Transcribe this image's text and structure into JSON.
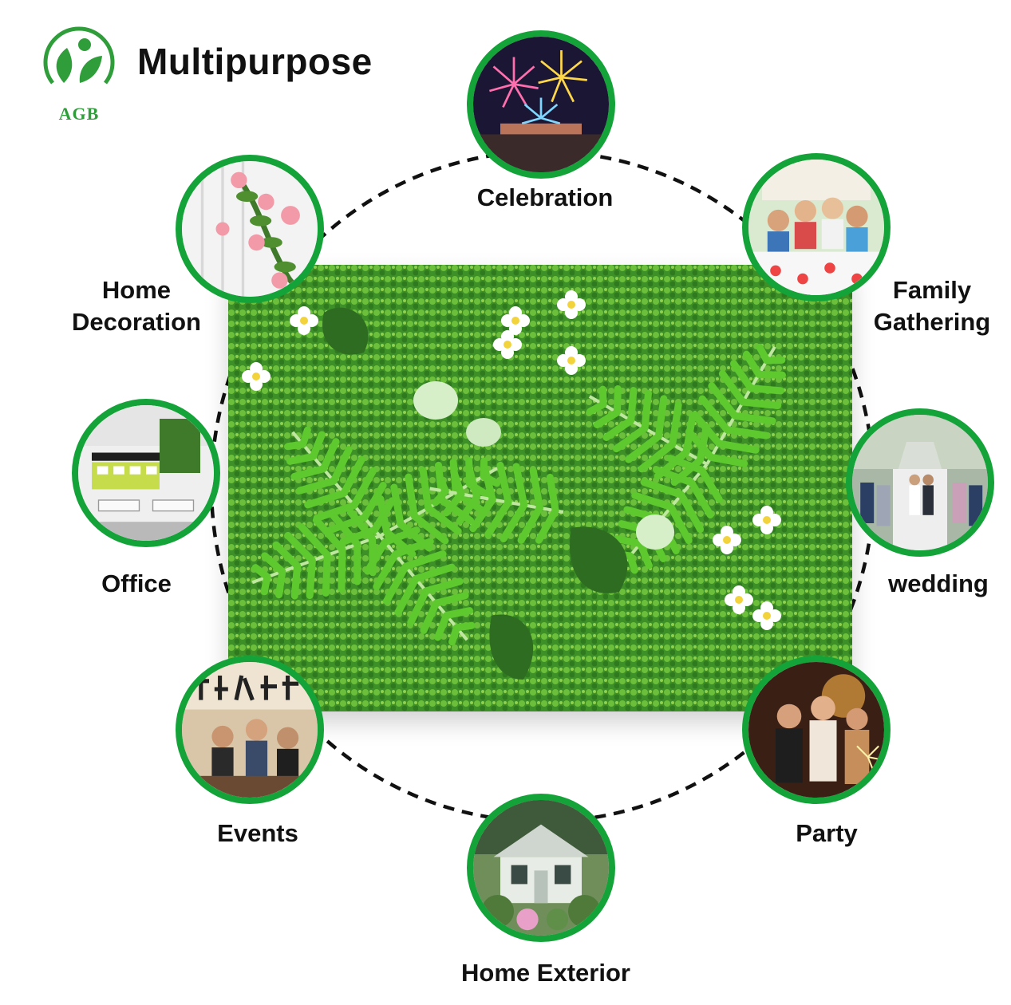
{
  "brand": {
    "logo_text": "AGB",
    "accent": "#14a338"
  },
  "title": "Multipurpose",
  "uses": [
    {
      "id": "celebration",
      "label": "Celebration",
      "icon": "fireworks-icon"
    },
    {
      "id": "family",
      "label_line1": "Family",
      "label_line2": "Gathering",
      "icon": "family-icon"
    },
    {
      "id": "wedding",
      "label": "wedding",
      "icon": "wedding-icon"
    },
    {
      "id": "party",
      "label": "Party",
      "icon": "party-icon"
    },
    {
      "id": "home-exterior",
      "label": "Home Exterior",
      "icon": "house-icon"
    },
    {
      "id": "events",
      "label": "Events",
      "icon": "events-icon"
    },
    {
      "id": "office",
      "label": "Office",
      "icon": "office-icon"
    },
    {
      "id": "home-decoration",
      "label_line1": "Home",
      "label_line2": "Decoration",
      "icon": "flower-icon"
    }
  ],
  "colors": {
    "ring_dash": "#111111",
    "border": "#14a338",
    "foliage": "#3f8a2a"
  }
}
